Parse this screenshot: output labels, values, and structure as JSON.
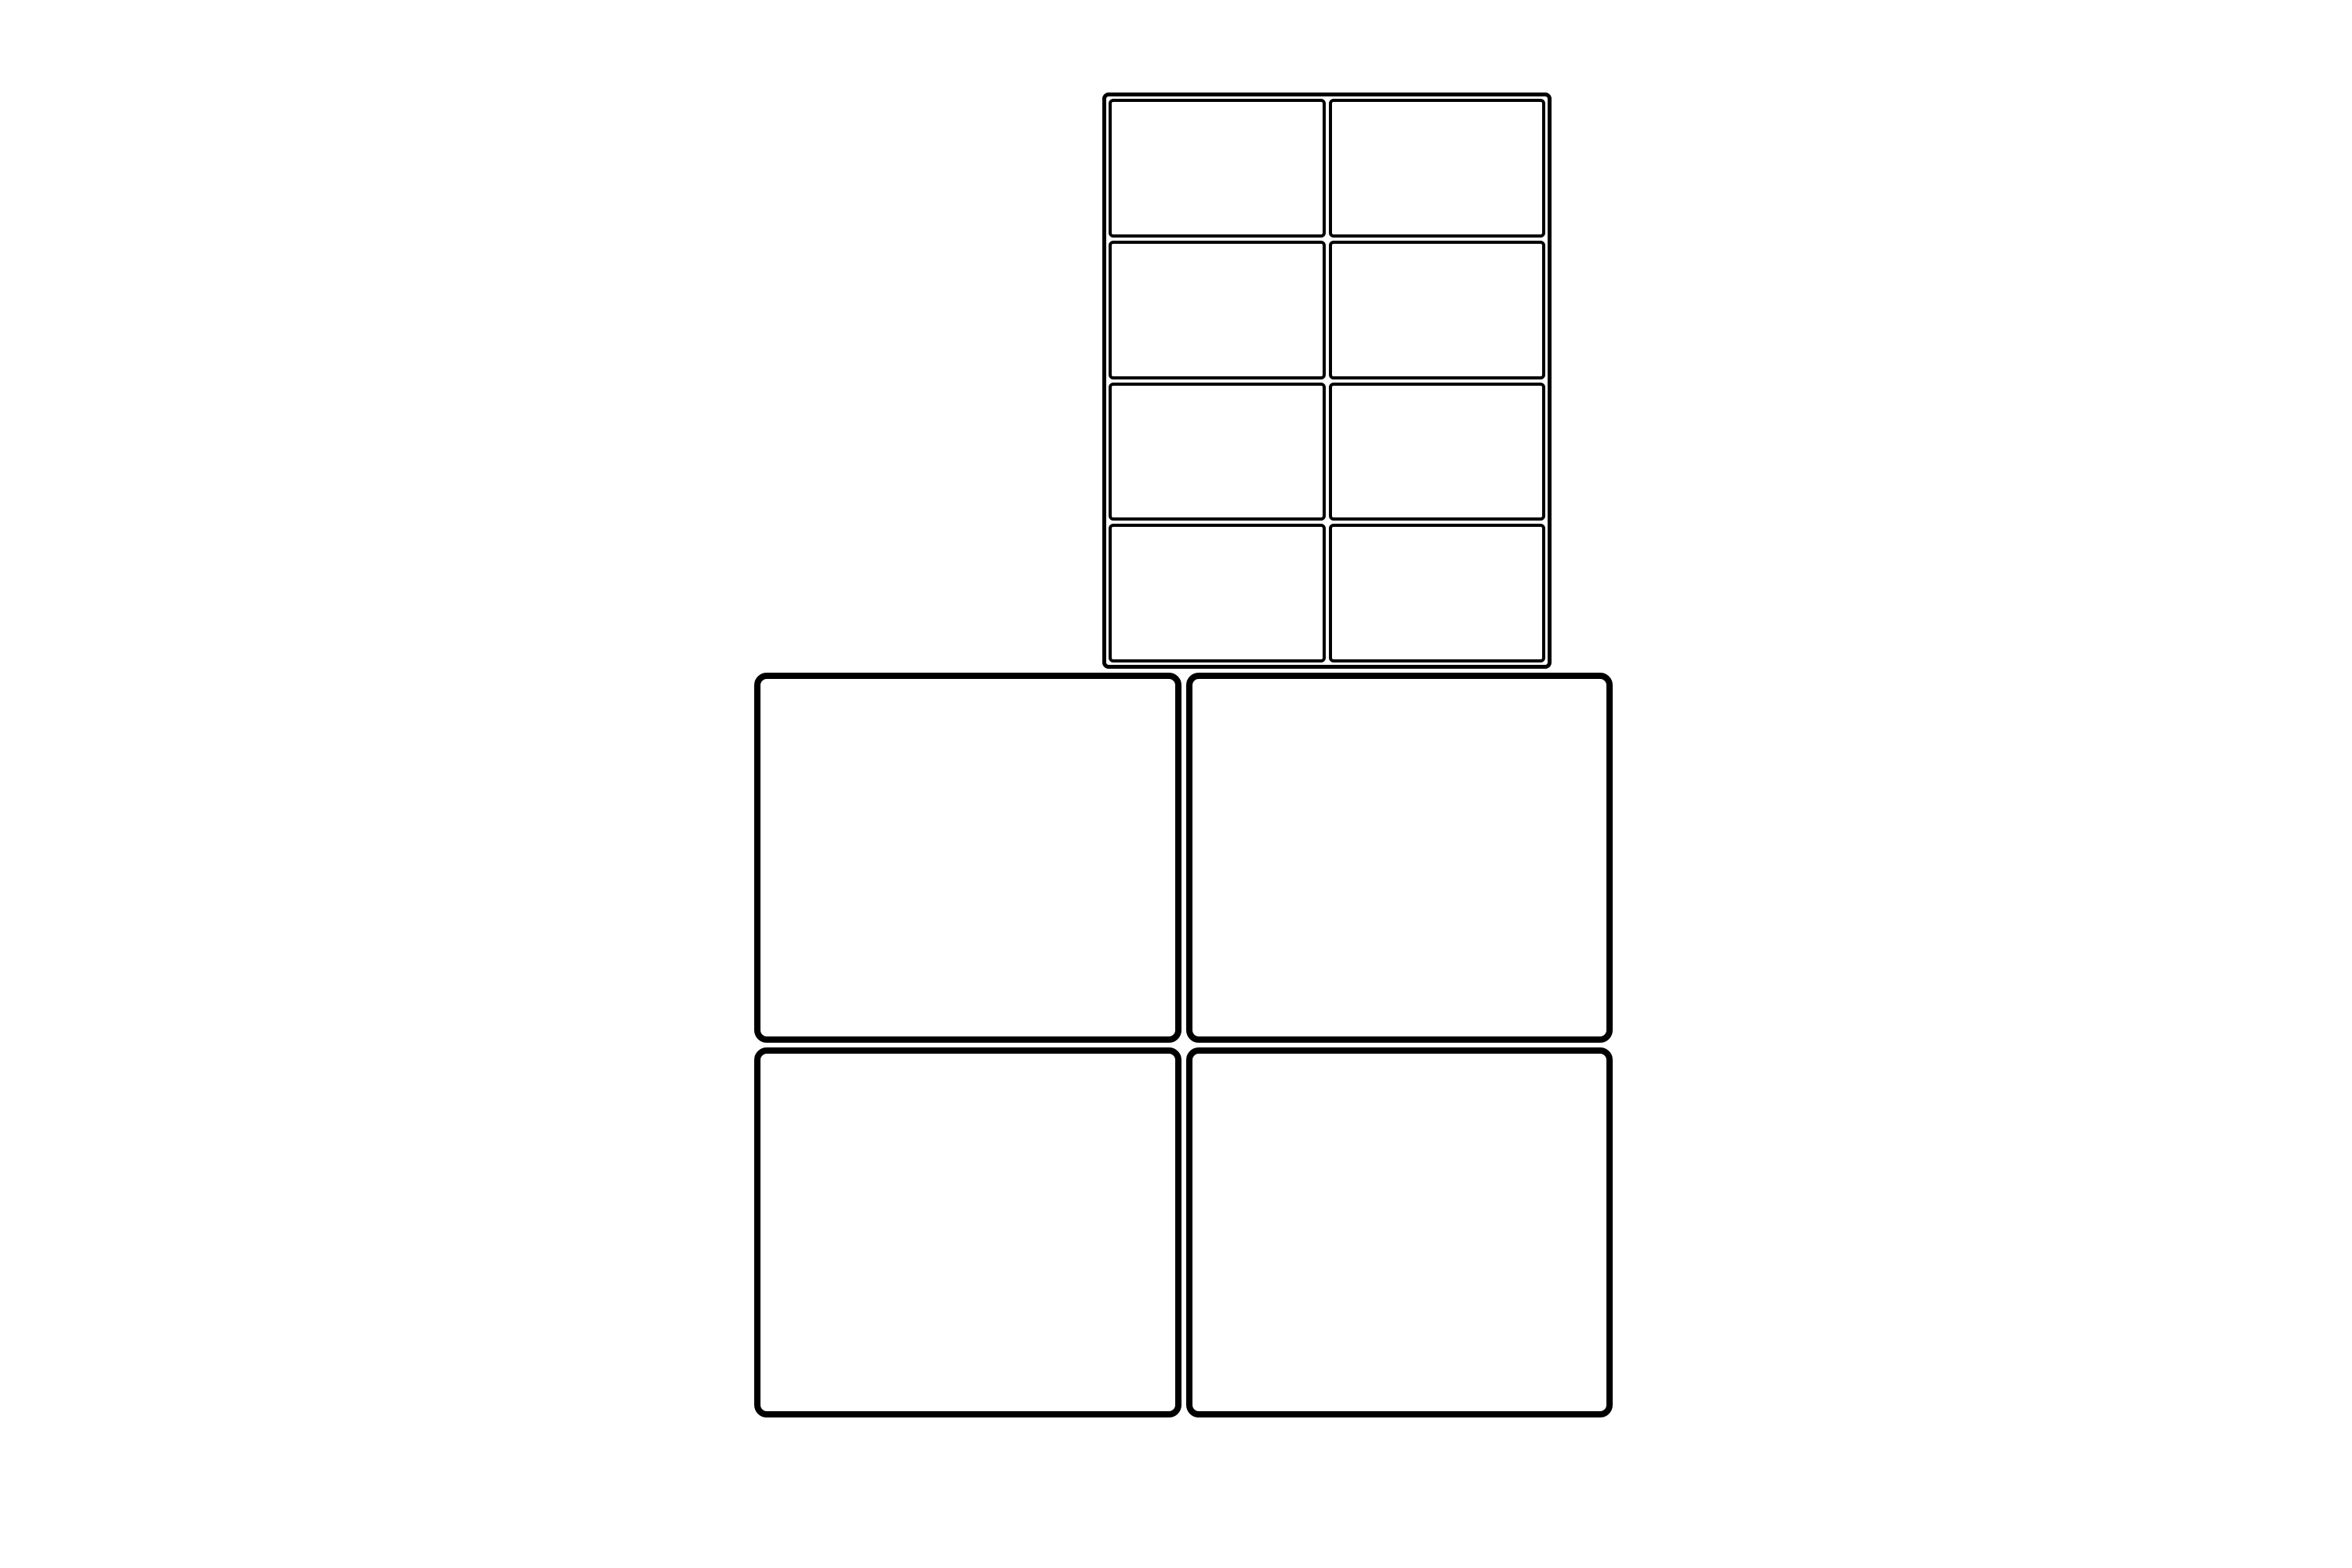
{
  "diagram": {
    "top_grid": {
      "columns": 2,
      "rows": 4,
      "cells": [
        "",
        "",
        "",
        "",
        "",
        "",
        "",
        ""
      ]
    },
    "bottom_grid": {
      "columns": 2,
      "rows": 2,
      "cells": [
        "",
        "",
        "",
        ""
      ]
    },
    "colors": {
      "stroke": "#000000",
      "fill": "#ffffff",
      "background": "#ffffff"
    }
  }
}
